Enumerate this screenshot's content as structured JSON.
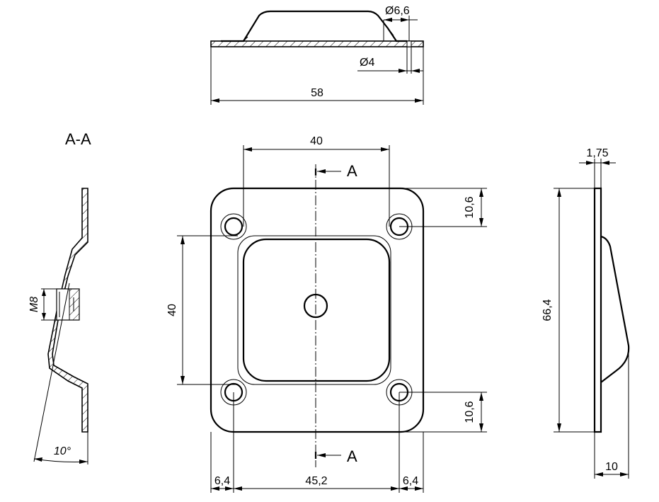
{
  "view_label": "A-A",
  "section_marks": {
    "top": "A",
    "bottom": "A"
  },
  "dimensions": {
    "hole_large": "Ø6,6",
    "hole_small": "Ø4",
    "overall_width_top": "58",
    "hole_spacing_x": "40",
    "hole_spacing_y": "40",
    "edge_offset_top": "10,6",
    "edge_offset_bottom": "10,6",
    "left_edge": "6,4",
    "base_width": "45,2",
    "right_edge": "6,4",
    "thickness": "1,75",
    "height": "66,4",
    "depth": "10",
    "thread": "M8",
    "angle": "10°"
  }
}
